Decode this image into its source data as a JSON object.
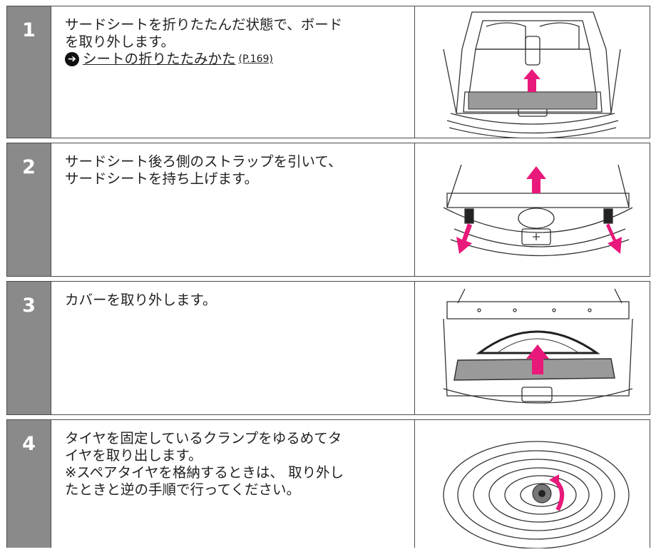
{
  "steps": [
    {
      "number": "1",
      "lines": [
        "サードシートを折りたたんだ状態で、ボード",
        "を取り外します。"
      ],
      "reference": {
        "text": "シートの折りたたみかた",
        "page": "(P.169)"
      },
      "illustration": "trunk-board-removal"
    },
    {
      "number": "2",
      "lines": [
        "サードシート後ろ側のストラップを引いて、",
        "サードシートを持ち上げます。"
      ],
      "illustration": "third-seat-strap-lift"
    },
    {
      "number": "3",
      "lines": [
        "カバーを取り外します。"
      ],
      "illustration": "cover-removal"
    },
    {
      "number": "4",
      "lines": [
        "タイヤを固定しているクランプをゆるめてタ",
        "イヤを取り出します。",
        "※スペアタイヤを格納するときは、 取り外し",
        "たときと逆の手順で行ってください。"
      ],
      "illustration": "spare-tire-clamp"
    }
  ],
  "colors": {
    "accent": "#e8197a",
    "number_bg": "#8a8a8a",
    "border": "#4a4a4a"
  }
}
